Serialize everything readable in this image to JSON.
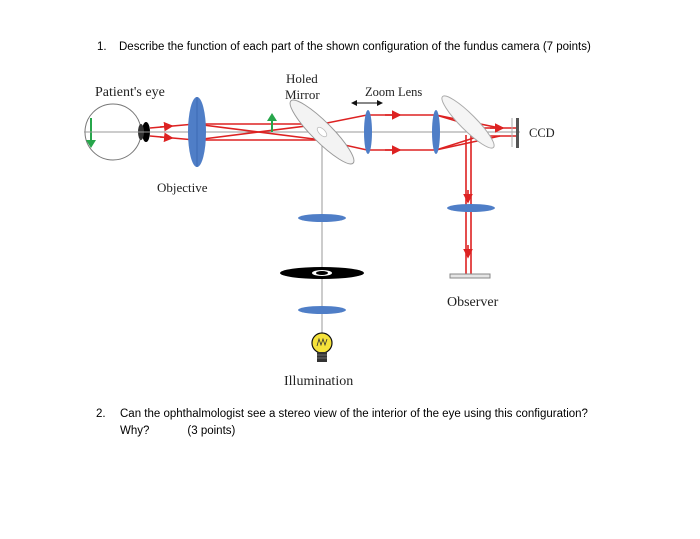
{
  "questions": [
    {
      "number": "1.",
      "text": "Describe the function of each part of the shown configuration of the fundus camera (7 points)"
    },
    {
      "number": "2.",
      "text": "Can the ophthalmologist see a stereo view of the interior of the eye using this configuration?",
      "text_line2": "Why?",
      "points": "(3 points)"
    }
  ],
  "diagram": {
    "labels": {
      "patient_eye": "Patient's eye",
      "holed_mirror_line1": "Holed",
      "holed_mirror_line2": "Mirror",
      "zoom_lens": "Zoom Lens",
      "ccd": "CCD",
      "objective": "Objective",
      "observer": "Observer",
      "illumination": "Illumination"
    },
    "colors": {
      "lens": "#4f7ec7",
      "ray": "#dd2222",
      "arrow": "#27a64b",
      "bulb": "#f5e23a",
      "axis": "#999999"
    }
  }
}
